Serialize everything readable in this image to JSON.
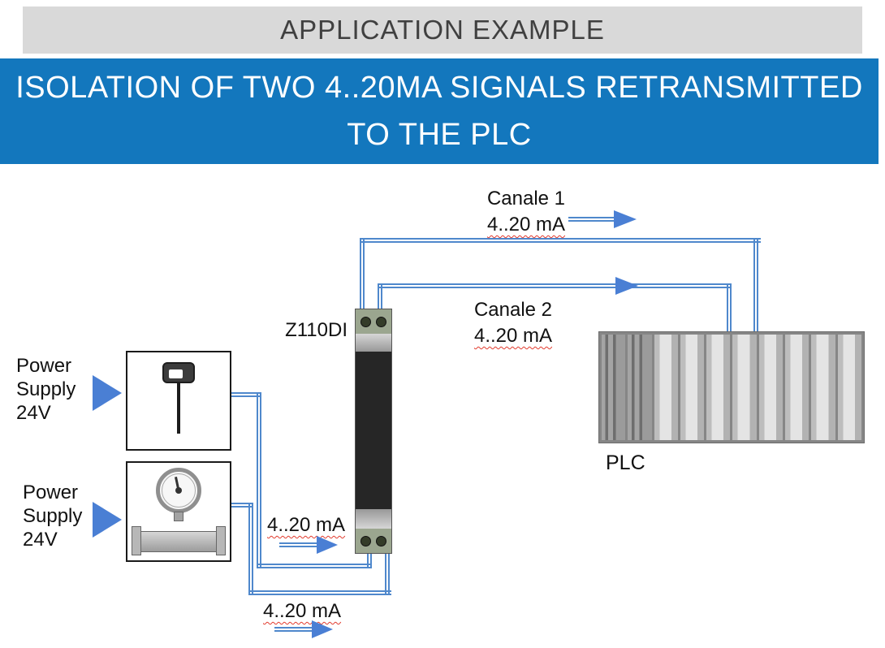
{
  "colors": {
    "banner_bg": "#d9d9d9",
    "banner_text": "#404040",
    "title_bg": "#1377bd",
    "title_text": "#ffffff",
    "wire": "#4f88cc",
    "arrow": "#4a7fd4",
    "squiggle": "#e23b2e"
  },
  "header": {
    "eyebrow": "APPLICATION EXAMPLE",
    "title_line1": "ISOLATION OF TWO 4..20MA SIGNALS RETRANSMITTED",
    "title_line2": "TO THE PLC"
  },
  "diagram": {
    "channel1": {
      "name": "Canale 1",
      "signal": "4..20 mA"
    },
    "channel2": {
      "name": "Canale 2",
      "signal": "4..20 mA"
    },
    "module": {
      "label": "Z110DI"
    },
    "plc": {
      "label": "PLC"
    },
    "power1": {
      "label": "Power Supply 24V"
    },
    "power2": {
      "label": "Power Supply 24V"
    },
    "input1": {
      "signal": "4..20 mA"
    },
    "input2": {
      "signal": "4..20 mA"
    }
  }
}
